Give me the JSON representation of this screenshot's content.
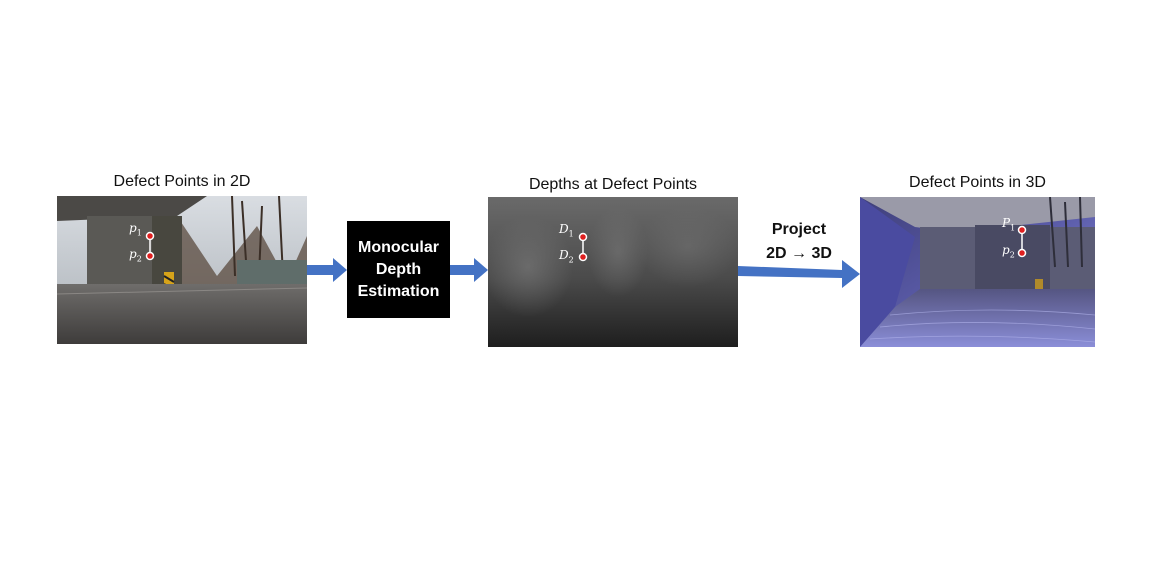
{
  "panels": {
    "left": {
      "title": "Defect Points in 2D",
      "label1": "p",
      "sub1": "1",
      "label2": "p",
      "sub2": "2"
    },
    "middle": {
      "title": "Depths at Defect Points",
      "label1": "D",
      "sub1": "1",
      "label2": "D",
      "sub2": "2"
    },
    "right": {
      "title": "Defect Points in 3D",
      "label1": "P",
      "sub1": "1",
      "label2": "p",
      "sub2": "2"
    }
  },
  "depth_box": {
    "line1": "Monocular",
    "line2": "Depth",
    "line3": "Estimation"
  },
  "projection": {
    "line1": "Project",
    "line2": "2D → 3D"
  },
  "colors": {
    "arrow": "#4472c4",
    "point": "#e02020",
    "box": "#000000"
  }
}
